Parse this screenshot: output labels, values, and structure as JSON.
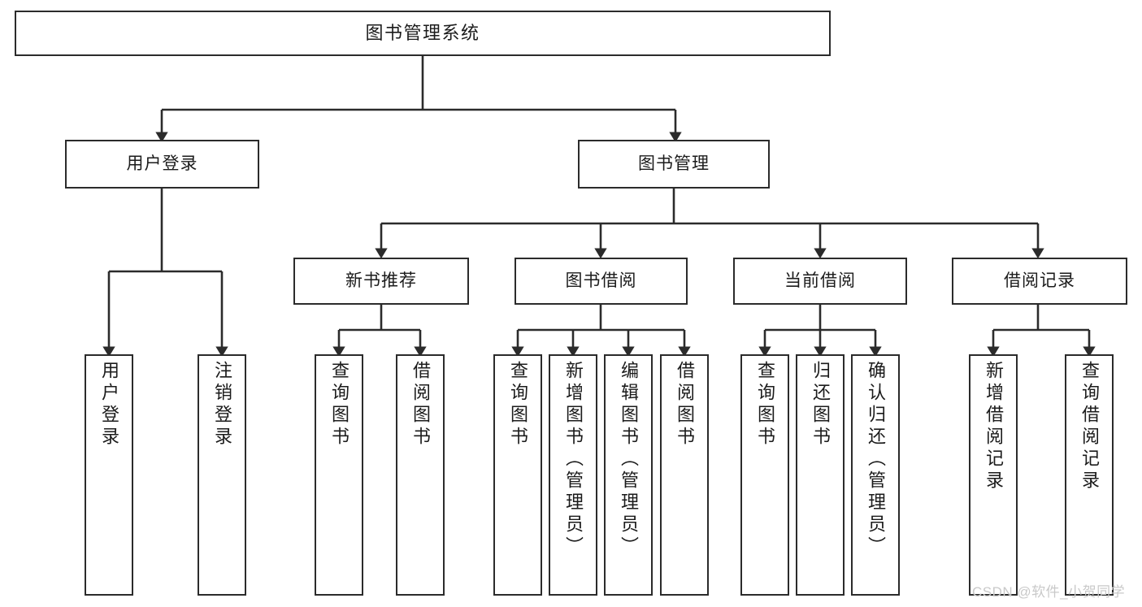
{
  "diagram": {
    "type": "tree-hierarchy",
    "title": "图书管理系统",
    "colors": {
      "background": "#ffffff",
      "node_border": "#2b2b2b",
      "node_fill": "#ffffff",
      "edge": "#2b2b2b",
      "text": "#1b1b1b",
      "watermark": "#c9c9c9"
    },
    "nodes": {
      "root": {
        "label": "图书管理系统"
      },
      "level2": [
        {
          "id": "user-login",
          "label": "用户登录"
        },
        {
          "id": "book-manage",
          "label": "图书管理"
        }
      ],
      "level3": [
        {
          "id": "new-book-recommend",
          "label": "新书推荐"
        },
        {
          "id": "book-borrow",
          "label": "图书借阅"
        },
        {
          "id": "current-borrow",
          "label": "当前借阅"
        },
        {
          "id": "borrow-record",
          "label": "借阅记录"
        }
      ],
      "leaves": [
        {
          "id": "leaf-user-login",
          "label": "用户登录",
          "parent": "user-login"
        },
        {
          "id": "leaf-logout-login",
          "label": "注销登录",
          "parent": "user-login"
        },
        {
          "id": "leaf-query-book-1",
          "label": "查询图书",
          "parent": "new-book-recommend"
        },
        {
          "id": "leaf-borrow-book-1",
          "label": "借阅图书",
          "parent": "new-book-recommend"
        },
        {
          "id": "leaf-query-book-2",
          "label": "查询图书",
          "parent": "book-borrow"
        },
        {
          "id": "leaf-add-book",
          "label": "新增图书（管理员）",
          "parent": "book-borrow"
        },
        {
          "id": "leaf-edit-book",
          "label": "编辑图书（管理员）",
          "parent": "book-borrow"
        },
        {
          "id": "leaf-borrow-book-2",
          "label": "借阅图书",
          "parent": "book-borrow"
        },
        {
          "id": "leaf-query-book-3",
          "label": "查询图书",
          "parent": "current-borrow"
        },
        {
          "id": "leaf-return-book",
          "label": "归还图书",
          "parent": "current-borrow"
        },
        {
          "id": "leaf-confirm-return",
          "label": "确认归还（管理员）",
          "parent": "current-borrow"
        },
        {
          "id": "leaf-add-record",
          "label": "新增借阅记录",
          "parent": "borrow-record"
        },
        {
          "id": "leaf-query-record",
          "label": "查询借阅记录",
          "parent": "borrow-record"
        }
      ]
    },
    "watermark": "CSDN @软件_小贺同学"
  }
}
